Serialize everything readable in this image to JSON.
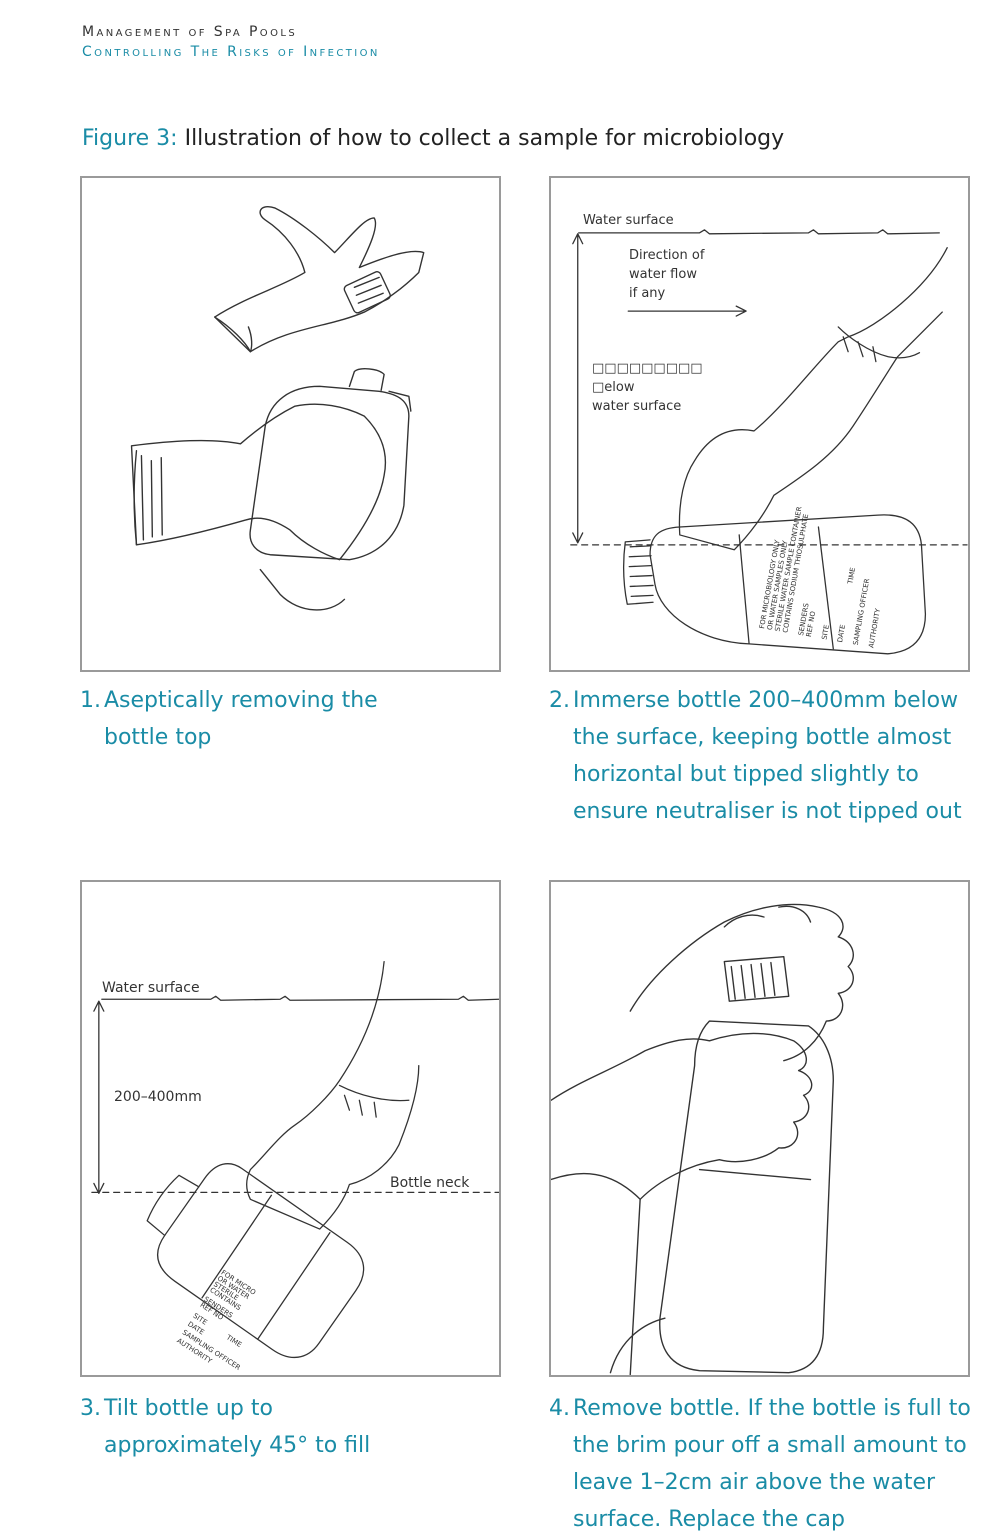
{
  "header": {
    "line1": "Management of Spa Pools",
    "line2": "Controlling The Risks of Infection"
  },
  "figure": {
    "label": "Figure 3:",
    "title": "Illustration of how to collect a sample for microbiology"
  },
  "panels": [
    {
      "number": "1.",
      "caption": "Aseptically removing the bottle top"
    },
    {
      "number": "2.",
      "caption": "Immerse bottle 200–400mm below the surface, keeping bottle almost horizontal but tipped slightly to ensure neutraliser is not tipped out",
      "water_surface": "Water surface",
      "flow_label": [
        "Direction of",
        "water flow",
        "if any"
      ],
      "depth_label": [
        "□□□□□□□□□",
        "□elow",
        "water surface"
      ],
      "bottle_label": [
        "FOR MICROBIOLOGY ONLY",
        "OR WATER SAMPLES ONLY",
        "STERILE WATER SAMPLE CONTAINER",
        "CONTAINS SODIUM THIOSULPHATE",
        "SENDERS",
        "REF NO",
        "SITE",
        "DATE",
        "TIME",
        "SAMPLING OFFICER",
        "AUTHORITY"
      ]
    },
    {
      "number": "3.",
      "caption": "Tilt bottle up to approximately 45° to fill",
      "water_surface": "Water surface",
      "depth_label": "200–400mm",
      "neck_label": "Bottle neck",
      "bottle_label": [
        "FOR MICRO",
        "OR WATER",
        "STERILE",
        "CONTAINS",
        "SENDERS",
        "REF NO",
        "SITE",
        "TIME",
        "DATE",
        "SAMPLING OFFICER",
        "AUTHORITY"
      ]
    },
    {
      "number": "4.",
      "caption": "Remove bottle. If the bottle is full to the brim pour off a small amount to leave 1–2cm air above the water surface. Replace the cap"
    }
  ]
}
